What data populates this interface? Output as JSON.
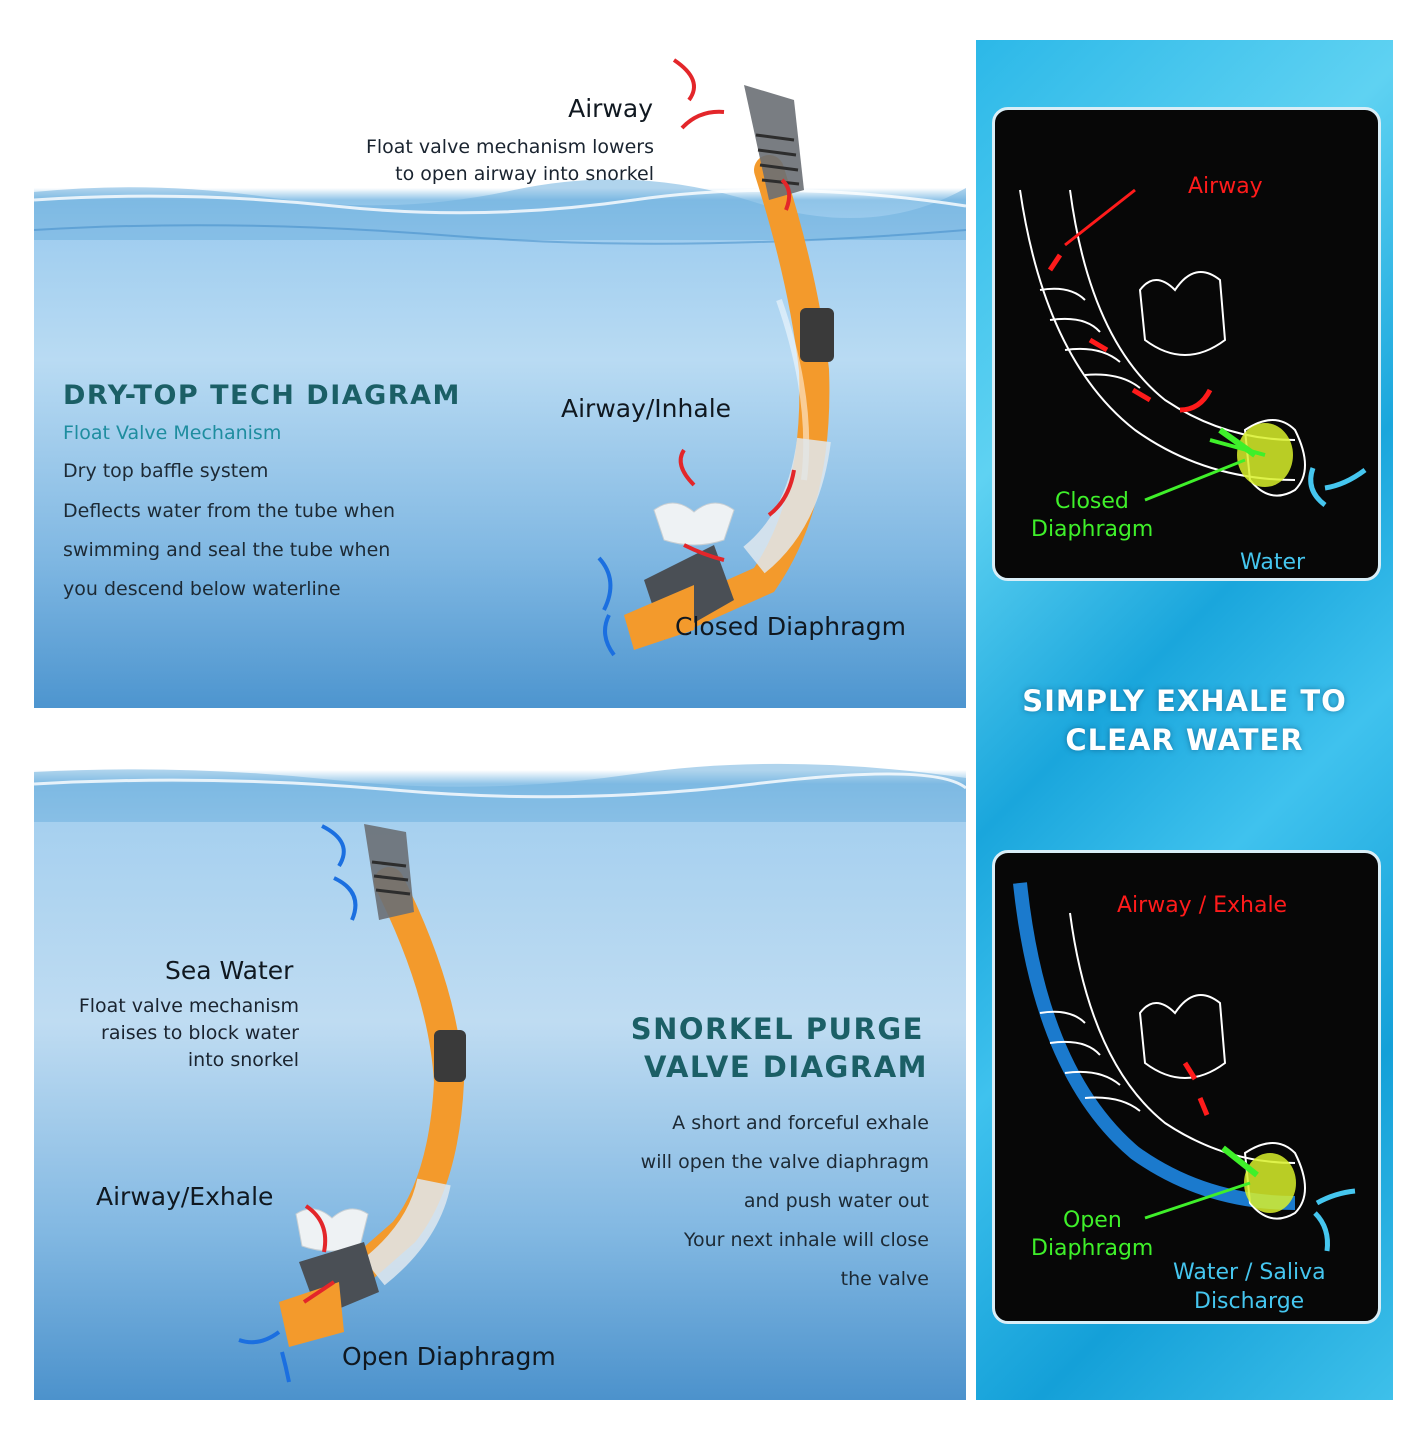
{
  "top_panel": {
    "airway_label": "Airway",
    "airway_desc_1": "Float valve mechanism lowers",
    "airway_desc_2": "to open airway into snorkel",
    "title": "DRY-TOP TECH DIAGRAM",
    "subtitle": "Float Valve Mechanism",
    "feature_title": "Dry top baffle system",
    "desc_lines": [
      "Deflects water from the tube when",
      "swimming and seal the tube when",
      "you descend below waterline"
    ],
    "inhale_label": "Airway/Inhale",
    "closed_label": "Closed Diaphragm"
  },
  "bottom_panel": {
    "sea_water_label": "Sea Water",
    "sea_water_desc": [
      "Float valve mechanism",
      "raises to block water",
      "into snorkel"
    ],
    "exhale_label": "Airway/Exhale",
    "open_label": "Open Diaphragm",
    "title_1": "SNORKEL PURGE",
    "title_2": "VALVE DIAGRAM",
    "desc_lines": [
      "A short and forceful exhale",
      "will open the valve diaphragm",
      "and push water out",
      "Your next inhale will close",
      "the valve"
    ]
  },
  "right_panel": {
    "box1_airway": "Airway",
    "box1_closed_1": "Closed",
    "box1_closed_2": "Diaphragm",
    "box1_water": "Water",
    "middle_1": "SIMPLY EXHALE TO",
    "middle_2": "CLEAR WATER",
    "box2_exhale": "Airway / Exhale",
    "box2_open_1": "Open",
    "box2_open_2": "Diaphragm",
    "box2_discharge_1": "Water / Saliva",
    "box2_discharge_2": "Discharge"
  },
  "colors": {
    "teal_heading": "#1b5f66",
    "snorkel_orange": "#f39a2c",
    "neon_red": "#ff1b1b",
    "neon_green": "#3ff02a",
    "neon_blue": "#45c6ef"
  }
}
